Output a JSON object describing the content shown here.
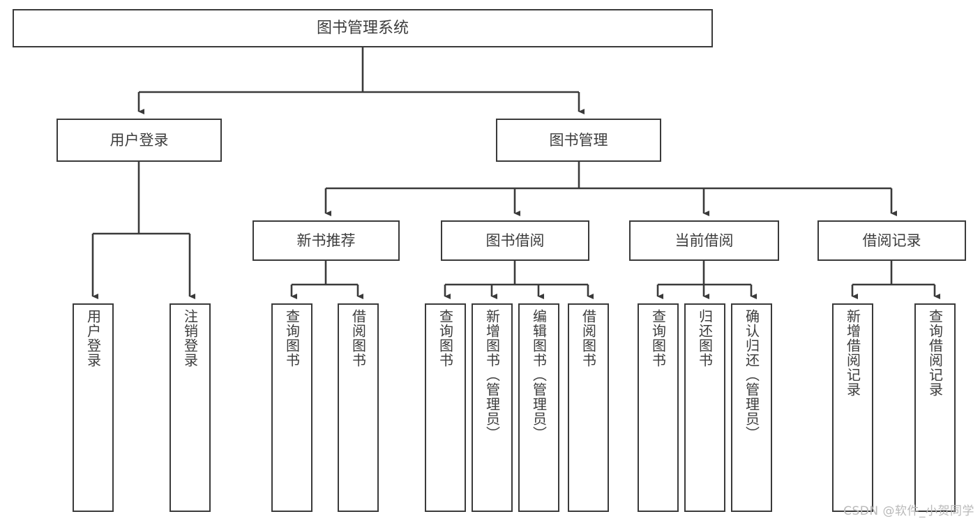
{
  "diagram": {
    "title": "图书管理系统",
    "type": "tree-hierarchy",
    "watermark": "CSDN @软件_小贺同学",
    "colors": {
      "box_border": "#3a3a3a",
      "box_fill": "#ffffff",
      "connector": "#3a3a3a",
      "text": "#3c3c3c",
      "watermark": "#b9b9b9",
      "background": "#ffffff"
    },
    "levels": {
      "root": "图书管理系统",
      "level2": [
        "用户登录",
        "图书管理"
      ],
      "level3": [
        "新书推荐",
        "图书借阅",
        "当前借阅",
        "借阅记录"
      ]
    },
    "nodes": {
      "root": {
        "label": "图书管理系统"
      },
      "user_login": {
        "label": "用户登录"
      },
      "book_manage": {
        "label": "图书管理"
      },
      "new_book_rec": {
        "label": "新书推荐"
      },
      "book_borrow": {
        "label": "图书借阅"
      },
      "current_borrow": {
        "label": "当前借阅"
      },
      "borrow_record": {
        "label": "借阅记录"
      },
      "leaf_user_login": {
        "label": "用户登录"
      },
      "leaf_logout": {
        "label": "注销登录"
      },
      "leaf_query_book_1": {
        "label": "查询图书"
      },
      "leaf_borrow_book_1": {
        "label": "借阅图书"
      },
      "leaf_query_book_2": {
        "label": "查询图书"
      },
      "leaf_add_book": {
        "label": "新增图书（管理员）"
      },
      "leaf_edit_book": {
        "label": "编辑图书（管理员）"
      },
      "leaf_borrow_book_2": {
        "label": "借阅图书"
      },
      "leaf_query_book_3": {
        "label": "查询图书"
      },
      "leaf_return_book": {
        "label": "归还图书"
      },
      "leaf_confirm_return": {
        "label": "确认归还（管理员）"
      },
      "leaf_add_record": {
        "label": "新增借阅记录"
      },
      "leaf_query_record": {
        "label": "查询借阅记录"
      }
    }
  }
}
